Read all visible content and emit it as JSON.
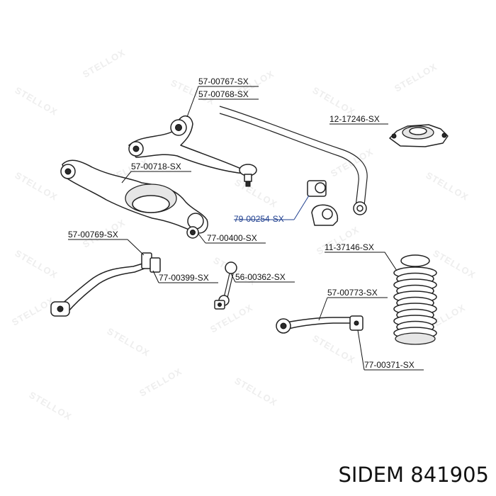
{
  "brand_caption": "SIDEM 841905",
  "watermark_text": "STELLOX",
  "parts": [
    {
      "id": "p1",
      "label": "57-00767-SX"
    },
    {
      "id": "p2",
      "label": "57-00768-SX"
    },
    {
      "id": "p3",
      "label": "12-17246-SX"
    },
    {
      "id": "p4",
      "label": "57-00718-SX"
    },
    {
      "id": "p5",
      "label": "79-00254-SX",
      "highlighted": true
    },
    {
      "id": "p6",
      "label": "57-00769-SX"
    },
    {
      "id": "p7",
      "label": "77-00400-SX"
    },
    {
      "id": "p8",
      "label": "11-37146-SX"
    },
    {
      "id": "p9",
      "label": "77-00399-SX"
    },
    {
      "id": "p10",
      "label": "56-00362-SX"
    },
    {
      "id": "p11",
      "label": "57-00773-SX"
    },
    {
      "id": "p12",
      "label": "77-00371-SX"
    }
  ],
  "colors": {
    "highlight": "#1f3f8f",
    "line": "#111111",
    "watermark": "#eeeeee"
  }
}
